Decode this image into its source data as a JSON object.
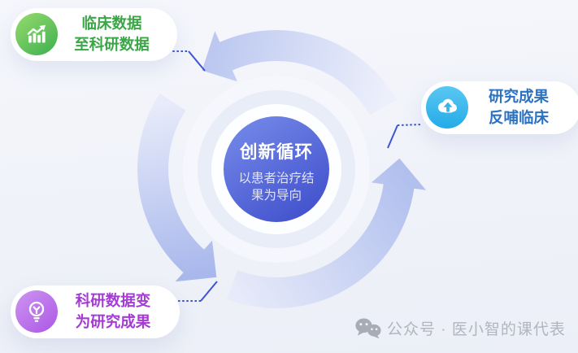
{
  "diagram": {
    "center": {
      "title": "创新循环",
      "subtitle": "以患者治疗结果为导向"
    },
    "callouts": [
      {
        "id": "clinical-to-research",
        "line1": "临床数据",
        "line2": "至科研数据",
        "icon": "chart-increase-icon",
        "text_color": "#3aa646",
        "icon_gradient": [
          "#97db6c",
          "#45b453"
        ]
      },
      {
        "id": "research-back-to-clinical",
        "line1": "研究成果",
        "line2": "反哺临床",
        "icon": "cloud-upload-icon",
        "text_color": "#2c72c2",
        "icon_gradient": [
          "#5ac8f2",
          "#27ace9"
        ]
      },
      {
        "id": "data-to-results",
        "line1": "科研数据变",
        "line2": "为研究成果",
        "icon": "lightbulb-icon",
        "text_color": "#a33bd4",
        "icon_gradient": [
          "#cd95f1",
          "#af5de6"
        ]
      }
    ],
    "cycle_direction": "counterclockwise"
  },
  "watermark": {
    "icon": "wechat-icon",
    "text": "公众号 · 医小智的课代表"
  },
  "colors": {
    "background": "#f0f2f9",
    "center_circle_start": "#7489e9",
    "center_circle_end": "#4150cc",
    "arrow_head": "#aab9eb",
    "arrow_tail": "#e9edfb",
    "connector": "#3c55d2",
    "card_background": "#ffffff",
    "watermark_gray": "#a8acb6"
  }
}
